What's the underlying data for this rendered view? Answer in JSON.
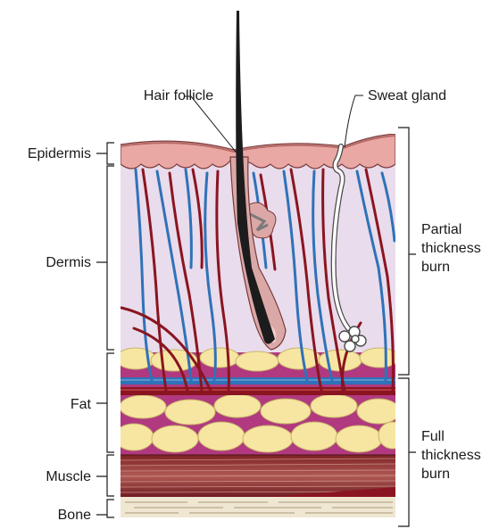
{
  "labels": {
    "hair_follicle": "Hair follicle",
    "sweat_gland": "Sweat gland",
    "epidermis": "Epidermis",
    "dermis": "Dermis",
    "fat": "Fat",
    "muscle": "Muscle",
    "bone": "Bone",
    "partial_line1": "Partial",
    "partial_line2": "thickness",
    "partial_line3": "burn",
    "full_line1": "Full",
    "full_line2": "thickness",
    "full_line3": "burn"
  },
  "colors": {
    "epidermis": "#e9a8a4",
    "dermis": "#e9dcec",
    "fat": "#f6e6a2",
    "fat_pockets": "#b0397f",
    "muscle": "#9b3a3a",
    "bone": "#efe7d2",
    "artery": "#8a1520",
    "vein": "#2f72b8",
    "hair": "#1c1c1c"
  }
}
